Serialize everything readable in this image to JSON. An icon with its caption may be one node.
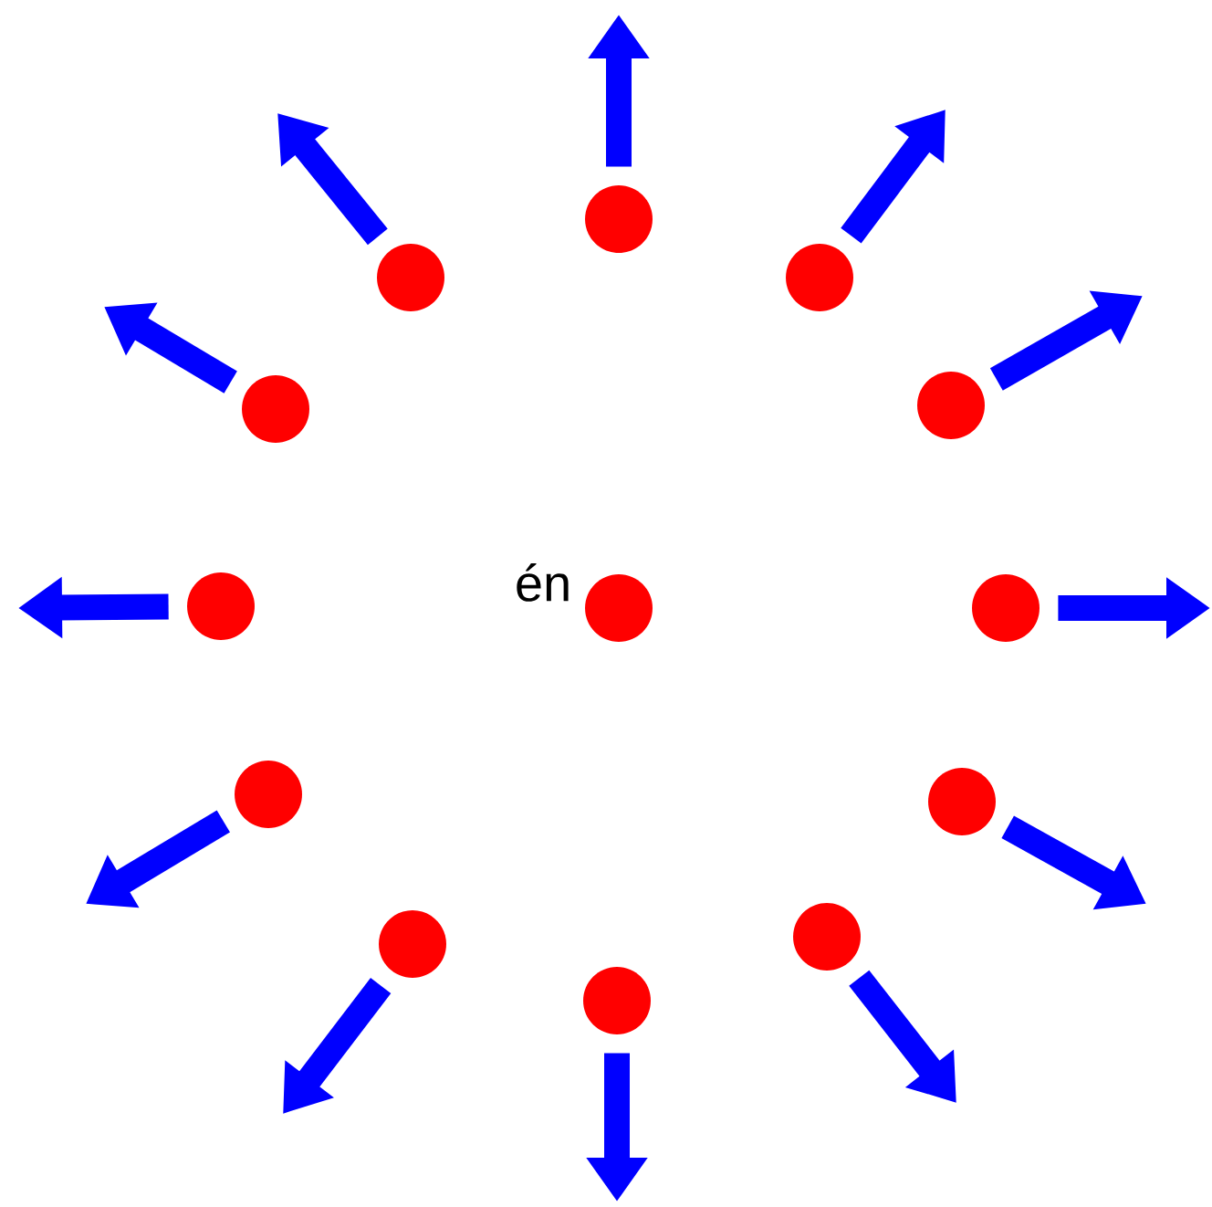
{
  "diagram": {
    "nodes": [
      {
        "text": [],
        "shape": "circle",
        "beside": [
          "én"
        ]
      },
      {
        "text": [],
        "shape": "circle"
      },
      {
        "text": [],
        "shape": "circle"
      },
      {
        "text": [],
        "shape": "circle"
      },
      {
        "text": [],
        "shape": "circle"
      },
      {
        "text": [],
        "shape": "circle"
      },
      {
        "text": [],
        "shape": "circle"
      },
      {
        "text": [],
        "shape": "circle"
      },
      {
        "text": [],
        "shape": "circle"
      },
      {
        "text": [],
        "shape": "circle"
      },
      {
        "text": [],
        "shape": "circle"
      },
      {
        "text": [],
        "shape": "circle"
      },
      {
        "text": [],
        "shape": "circle"
      }
    ],
    "edges": [
      {
        "from": 1,
        "to": null,
        "arrow": "to"
      },
      {
        "from": 2,
        "to": null,
        "arrow": "to"
      },
      {
        "from": 3,
        "to": null,
        "arrow": "to"
      },
      {
        "from": 4,
        "to": null,
        "arrow": "to"
      },
      {
        "from": 5,
        "to": null,
        "arrow": "to"
      },
      {
        "from": 6,
        "to": null,
        "arrow": "to"
      },
      {
        "from": 7,
        "to": null,
        "arrow": "to"
      },
      {
        "from": 8,
        "to": null,
        "arrow": "to"
      },
      {
        "from": 9,
        "to": null,
        "arrow": "to"
      },
      {
        "from": 10,
        "to": null,
        "arrow": "to"
      },
      {
        "from": 11,
        "to": null,
        "arrow": "to"
      },
      {
        "from": 12,
        "to": null,
        "arrow": "to"
      }
    ]
  }
}
